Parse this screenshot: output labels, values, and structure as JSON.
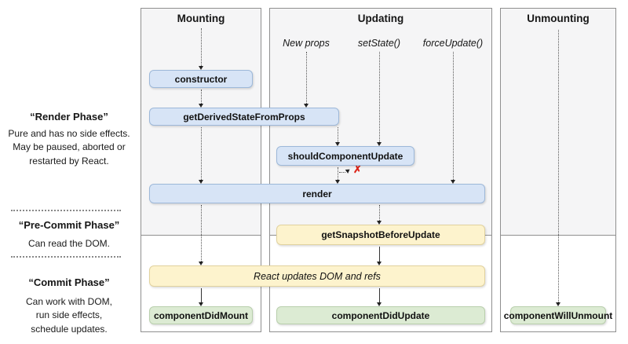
{
  "sidebar": {
    "phases": [
      {
        "title": "“Render Phase”",
        "description": "Pure and has no side effects.\nMay be paused, aborted or\nrestarted by React."
      },
      {
        "title": "“Pre-Commit Phase”",
        "description": "Can read the DOM."
      },
      {
        "title": "“Commit Phase”",
        "description": "Can work with DOM,\nrun side effects,\nschedule updates."
      }
    ]
  },
  "columns": {
    "mounting": {
      "title": "Mounting"
    },
    "updating": {
      "title": "Updating",
      "triggers": [
        "New props",
        "setState()",
        "forceUpdate()"
      ]
    },
    "unmounting": {
      "title": "Unmounting"
    }
  },
  "nodes": {
    "constructor": "constructor",
    "getDerivedStateFromProps": "getDerivedStateFromProps",
    "shouldComponentUpdate": "shouldComponentUpdate",
    "render": "render",
    "getSnapshotBeforeUpdate": "getSnapshotBeforeUpdate",
    "reactUpdates": "React updates DOM and refs",
    "componentDidMount": "componentDidMount",
    "componentDidUpdate": "componentDidUpdate",
    "componentWillUnmount": "componentWillUnmount"
  },
  "annotations": {
    "halt_marker": "✗"
  },
  "colors": {
    "node_blue": "#d7e4f6",
    "node_blue_border": "#9db8d9",
    "node_yellow": "#fdf3cd",
    "node_yellow_border": "#e1d29e",
    "node_green": "#dcebd3",
    "node_green_border": "#b9cfad",
    "column_background": "#f5f5f6",
    "column_border": "#8f8f8f",
    "halt_red": "#dd2418"
  }
}
